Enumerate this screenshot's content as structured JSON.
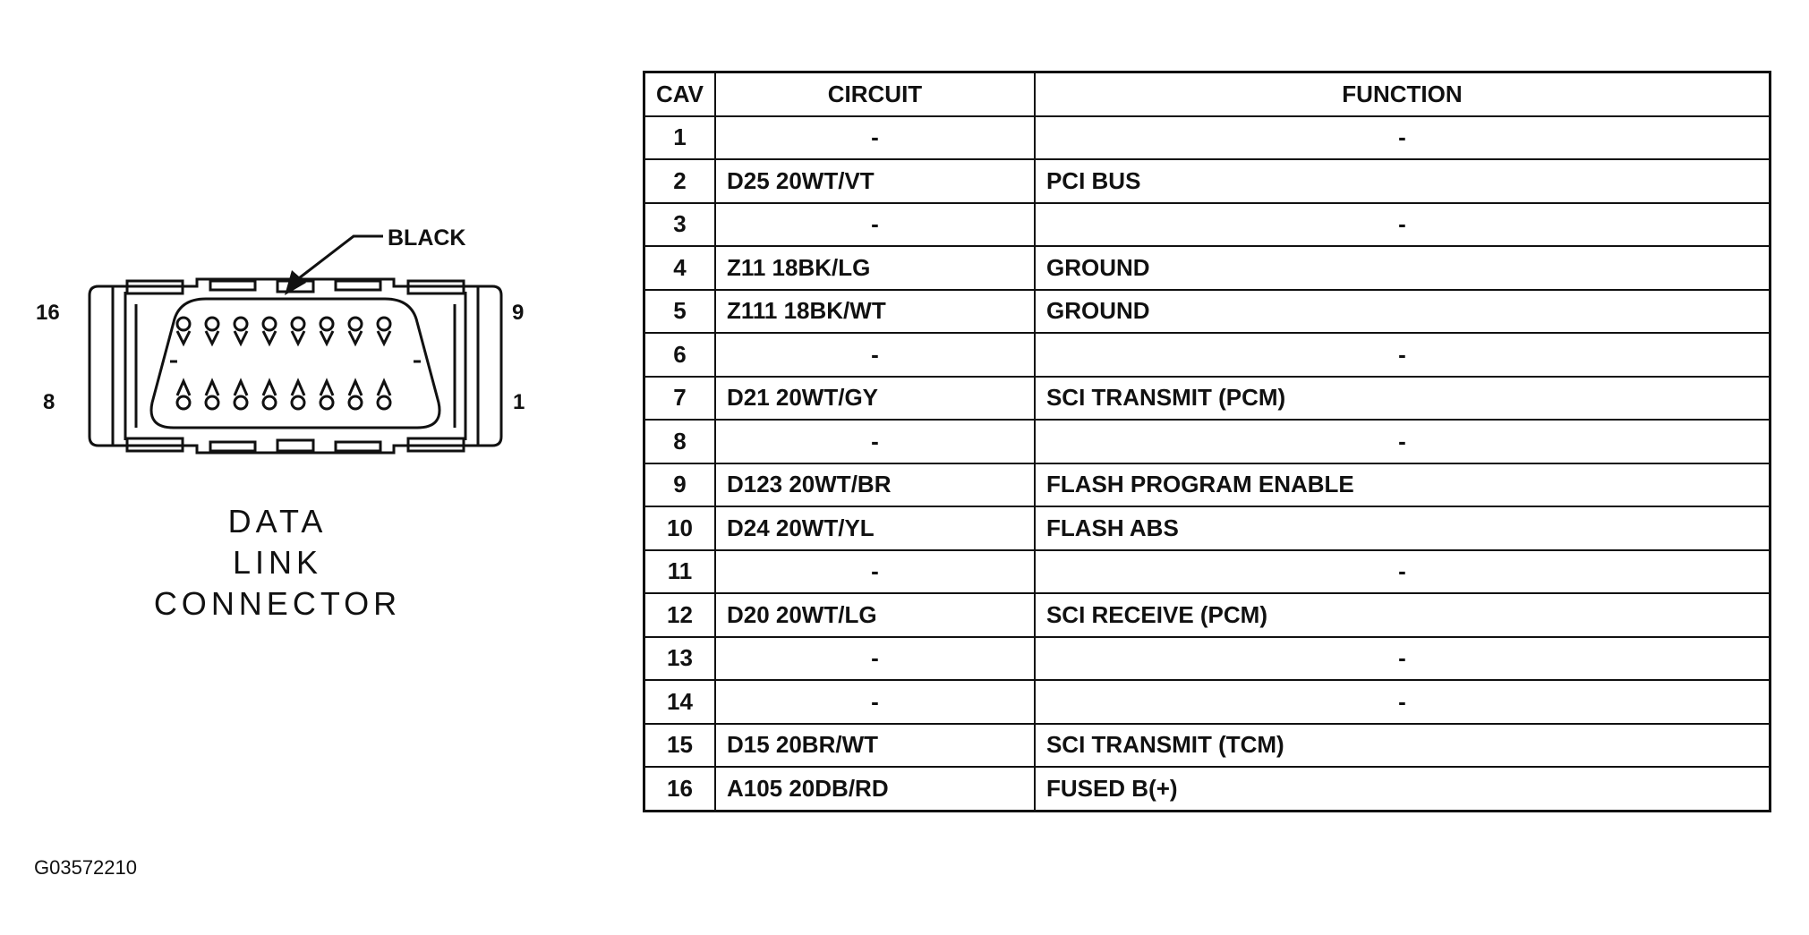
{
  "diagram": {
    "pin_labels": {
      "top_left": "16",
      "bottom_left": "8",
      "top_right": "9",
      "bottom_right": "1"
    },
    "callout_label": "BLACK",
    "title_lines": [
      "DATA",
      "LINK",
      "CONNECTOR"
    ]
  },
  "table": {
    "headers": {
      "cav": "CAV",
      "circuit": "CIRCUIT",
      "function": "FUNCTION"
    },
    "rows": [
      {
        "cav": "1",
        "circuit": "-",
        "function": "-"
      },
      {
        "cav": "2",
        "circuit": "D25 20WT/VT",
        "function": "PCI BUS"
      },
      {
        "cav": "3",
        "circuit": "-",
        "function": "-"
      },
      {
        "cav": "4",
        "circuit": "Z11 18BK/LG",
        "function": "GROUND"
      },
      {
        "cav": "5",
        "circuit": "Z111 18BK/WT",
        "function": "GROUND"
      },
      {
        "cav": "6",
        "circuit": "-",
        "function": "-"
      },
      {
        "cav": "7",
        "circuit": "D21 20WT/GY",
        "function": "SCI TRANSMIT (PCM)"
      },
      {
        "cav": "8",
        "circuit": "-",
        "function": "-"
      },
      {
        "cav": "9",
        "circuit": "D123 20WT/BR",
        "function": "FLASH PROGRAM ENABLE"
      },
      {
        "cav": "10",
        "circuit": "D24 20WT/YL",
        "function": "FLASH ABS"
      },
      {
        "cav": "11",
        "circuit": "-",
        "function": "-"
      },
      {
        "cav": "12",
        "circuit": "D20 20WT/LG",
        "function": "SCI RECEIVE (PCM)"
      },
      {
        "cav": "13",
        "circuit": "-",
        "function": "-"
      },
      {
        "cav": "14",
        "circuit": "-",
        "function": "-"
      },
      {
        "cav": "15",
        "circuit": "D15 20BR/WT",
        "function": "SCI TRANSMIT (TCM)"
      },
      {
        "cav": "16",
        "circuit": "A105 20DB/RD",
        "function": "FUSED B(+)"
      }
    ]
  },
  "figure_id": "G03572210"
}
